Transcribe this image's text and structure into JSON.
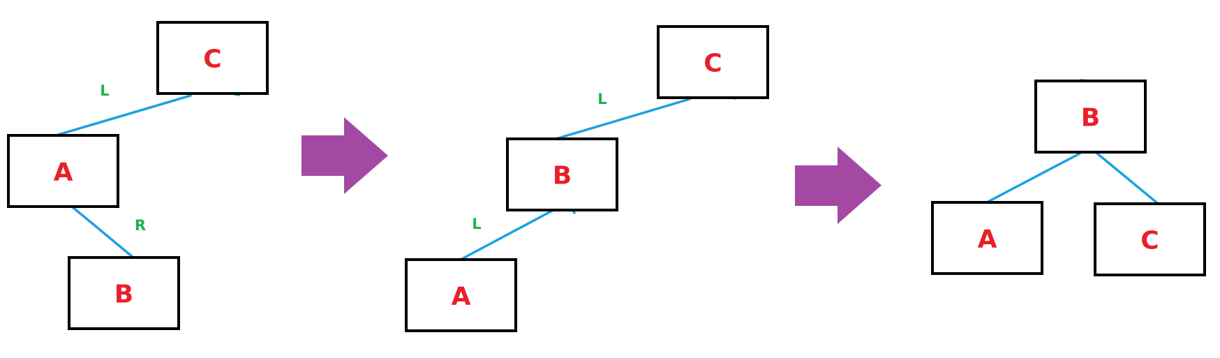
{
  "colors": {
    "node_label": "#e8202a",
    "edge_line": "#1ba1e2",
    "edge_label": "#22b14c",
    "arrow": "#a349a4",
    "node_border": "#000000"
  },
  "stages": [
    {
      "nodes": [
        {
          "id": "c",
          "label": "C"
        },
        {
          "id": "a",
          "label": "A"
        },
        {
          "id": "b",
          "label": "B"
        }
      ],
      "edges": [
        {
          "from": "c",
          "to": "a",
          "label": "L"
        },
        {
          "from": "a",
          "to": "b",
          "label": "R"
        }
      ]
    },
    {
      "nodes": [
        {
          "id": "c",
          "label": "C"
        },
        {
          "id": "b",
          "label": "B"
        },
        {
          "id": "a",
          "label": "A"
        }
      ],
      "edges": [
        {
          "from": "c",
          "to": "b",
          "label": "L"
        },
        {
          "from": "b",
          "to": "a",
          "label": "L"
        }
      ]
    },
    {
      "nodes": [
        {
          "id": "b",
          "label": "B"
        },
        {
          "id": "a",
          "label": "A"
        },
        {
          "id": "c",
          "label": "C"
        }
      ],
      "edges": [
        {
          "from": "b",
          "to": "a",
          "label": ""
        },
        {
          "from": "b",
          "to": "c",
          "label": ""
        }
      ]
    }
  ],
  "transition_arrows": [
    {
      "icon": "right-arrow-icon"
    },
    {
      "icon": "right-arrow-icon"
    }
  ]
}
